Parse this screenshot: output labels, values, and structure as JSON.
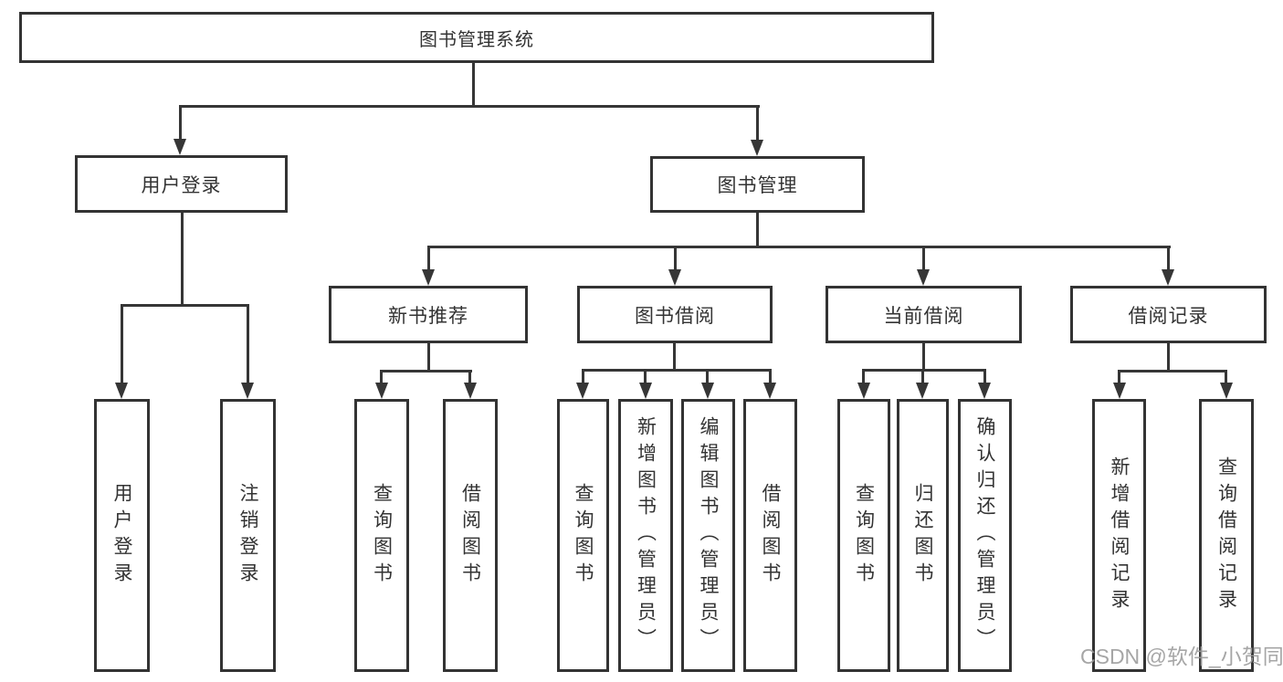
{
  "diagram_type": "hierarchy-tree",
  "tree": {
    "label": "图书管理系统",
    "children": [
      {
        "label": "用户登录",
        "children": [
          {
            "label": "用户登录"
          },
          {
            "label": "注销登录"
          }
        ]
      },
      {
        "label": "图书管理",
        "children": [
          {
            "label": "新书推荐",
            "children": [
              {
                "label": "查询图书"
              },
              {
                "label": "借阅图书"
              }
            ]
          },
          {
            "label": "图书借阅",
            "children": [
              {
                "label": "查询图书"
              },
              {
                "label": "新增图书（管理员）"
              },
              {
                "label": "编辑图书（管理员）"
              },
              {
                "label": "借阅图书"
              }
            ]
          },
          {
            "label": "当前借阅",
            "children": [
              {
                "label": "查询图书"
              },
              {
                "label": "归还图书"
              },
              {
                "label": "确认归还（管理员）"
              }
            ]
          },
          {
            "label": "借阅记录",
            "children": [
              {
                "label": "新增借阅记录"
              },
              {
                "label": "查询借阅记录"
              }
            ]
          }
        ]
      }
    ]
  },
  "watermark": {
    "text": "CSDN @软件_小贺同学"
  },
  "colors": {
    "line": "#363636",
    "box_border": "#333333",
    "box_fill": "#ffffff",
    "text": "#333333",
    "watermark": "#9d9d9d",
    "background": "#ffffff"
  }
}
